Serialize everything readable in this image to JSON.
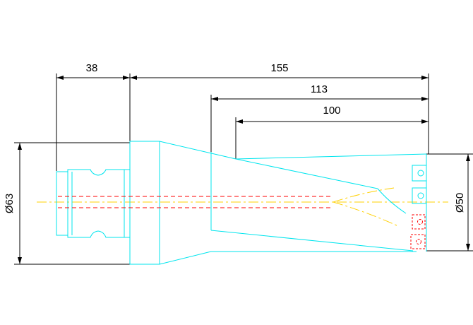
{
  "dimensions": {
    "shank_length": "38",
    "overall_length": "155",
    "body_length": "113",
    "flute_length": "100",
    "shank_diameter": "Ø63",
    "cutting_diameter": "Ø50"
  },
  "colors": {
    "outline": "#00e5ee",
    "dimension": "#000000",
    "centerline": "#ffd000",
    "hidden": "#ff0000"
  },
  "icons": {
    "arrowhead": "arrowhead-icon"
  }
}
